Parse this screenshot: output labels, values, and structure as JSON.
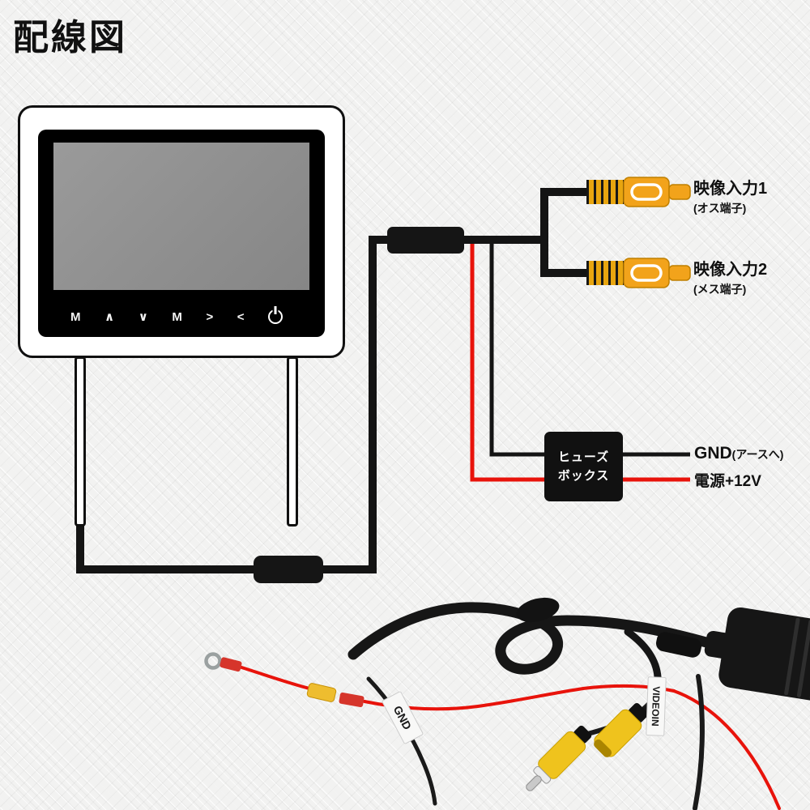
{
  "page": {
    "title": "配線図"
  },
  "monitor": {
    "buttons": [
      "M",
      "∧",
      "∨",
      "M",
      ">",
      "<"
    ]
  },
  "rca_inputs": [
    {
      "label": "映像入力1",
      "terminal": "(オス端子)"
    },
    {
      "label": "映像入力2",
      "terminal": "(メス端子)"
    }
  ],
  "fusebox": {
    "line1": "ヒューズ",
    "line2": "ボックス"
  },
  "power_labels": {
    "gnd": "GND",
    "gnd_note": "(アースへ)",
    "v12": "電源+12V"
  },
  "photo_tags": {
    "gnd": "GND",
    "videoin": "VIDEOIN"
  },
  "colors": {
    "wire_black": "#141414",
    "wire_red": "#e8130b",
    "rca_orange": "#f2a31b",
    "rca_yellow": "#efc31d",
    "screen_gray": "#8e8e8e"
  }
}
